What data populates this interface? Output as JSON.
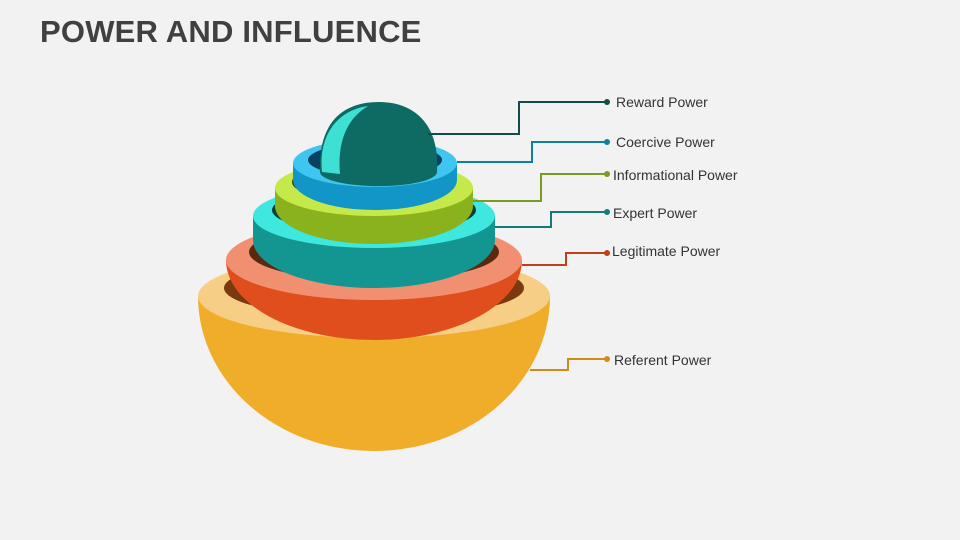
{
  "title": "POWER AND INFLUENCE",
  "layers": [
    {
      "label": "Reward Power",
      "color": "#0e6b63",
      "light": "#3ee0d3"
    },
    {
      "label": "Coercive Power",
      "color": "#1296c8",
      "light": "#3fc6f0"
    },
    {
      "label": "Informational Power",
      "color": "#8ab21c",
      "light": "#c5e84a"
    },
    {
      "label": "Expert Power",
      "color": "#139691",
      "light": "#3ee8de"
    },
    {
      "label": "Legitimate Power",
      "color": "#e04e1e",
      "light": "#f09070"
    },
    {
      "label": "Referent Power",
      "color": "#f0ad2a",
      "light": "#f6ce86"
    }
  ],
  "connector_colors": [
    "#0e4f4a",
    "#0f7fa0",
    "#7a9a22",
    "#137c7a",
    "#c0401a",
    "#d08b18"
  ]
}
